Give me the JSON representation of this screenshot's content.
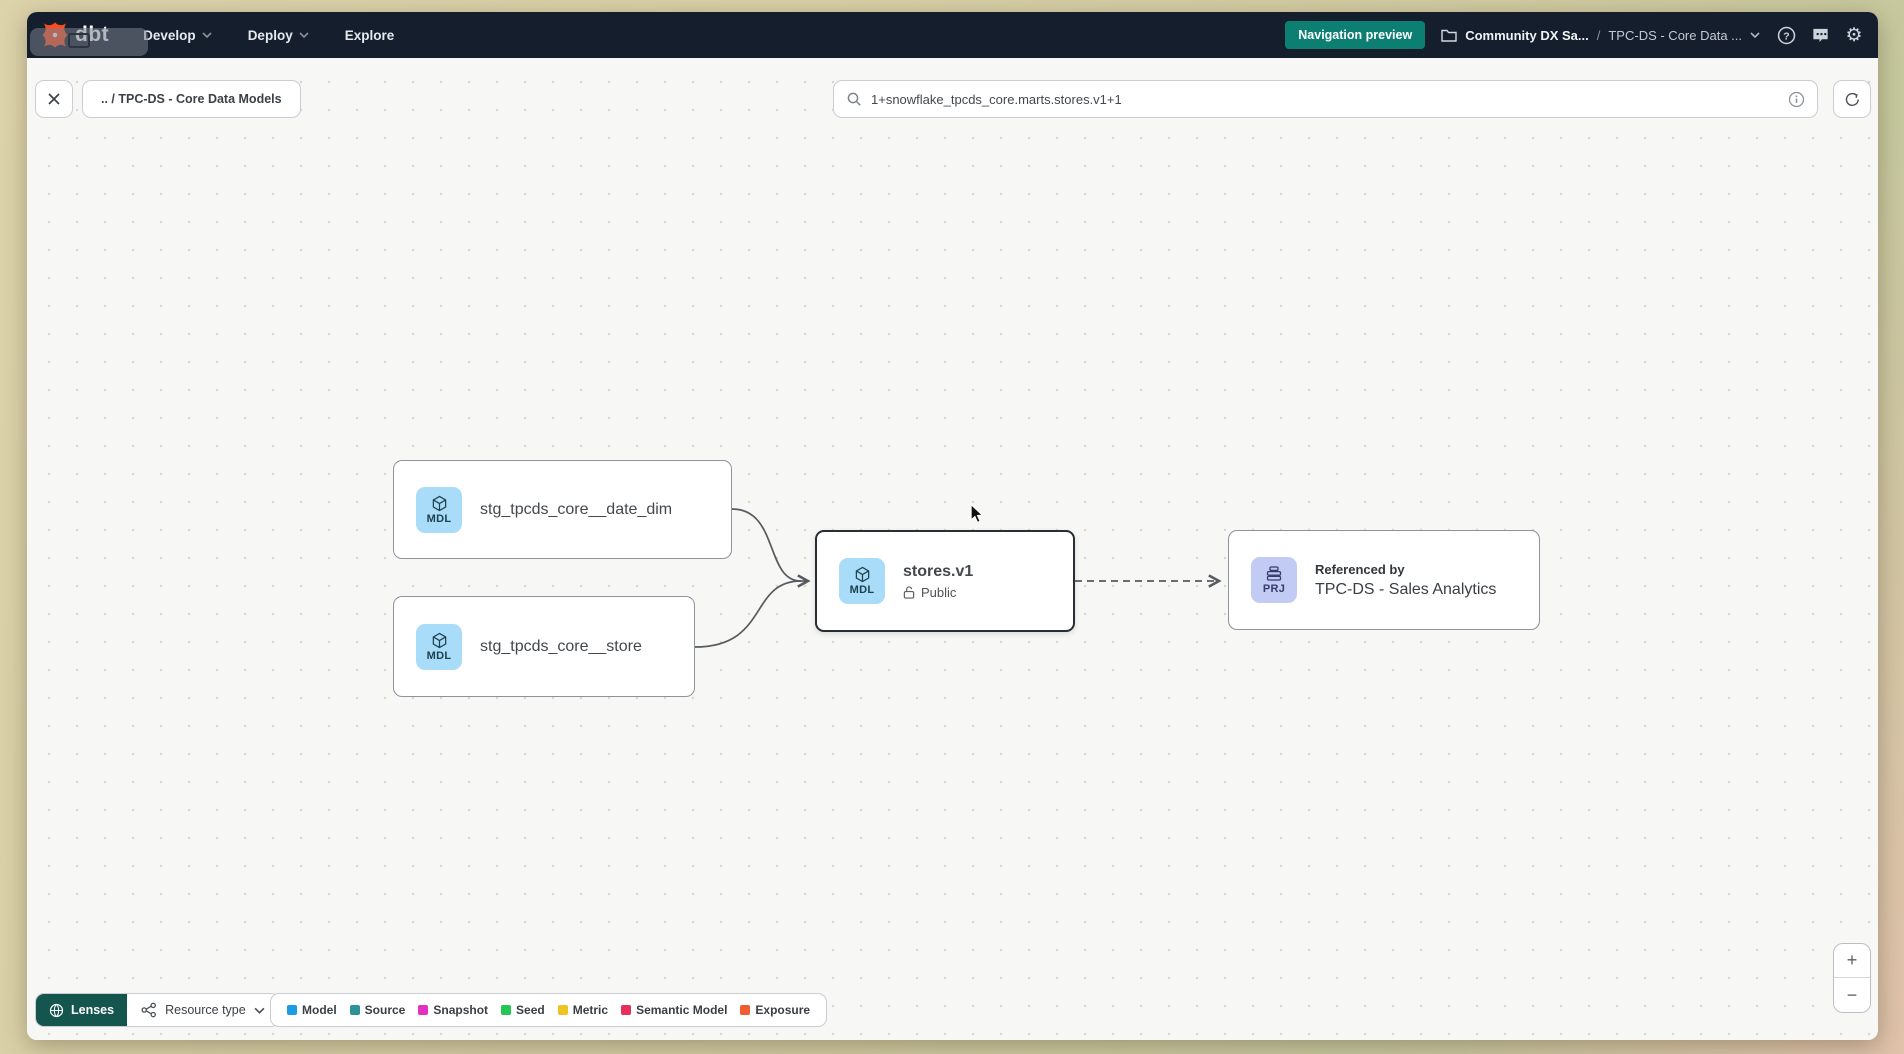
{
  "navbar": {
    "logo_text": "dbt",
    "menus": [
      {
        "label": "Develop"
      },
      {
        "label": "Deploy"
      },
      {
        "label": "Explore"
      }
    ],
    "preview_badge": "Navigation preview",
    "breadcrumb": {
      "project": "Community DX Sa...",
      "separator": "/",
      "current": "TPC-DS - Core Data ..."
    }
  },
  "toolbar": {
    "breadcrumb_chip": ".. / TPC-DS - Core Data Models",
    "search": {
      "value": "1+snowflake_tpcds_core.marts.stores.v1+1"
    }
  },
  "graph": {
    "nodes": [
      {
        "badge": "MDL",
        "label": "stg_tpcds_core__date_dim"
      },
      {
        "badge": "MDL",
        "label": "stg_tpcds_core__store"
      },
      {
        "badge": "MDL",
        "label": "stores.v1",
        "access": "Public"
      },
      {
        "badge": "PRJ",
        "ref_label": "Referenced by",
        "label": "TPC-DS - Sales Analytics"
      }
    ]
  },
  "footer": {
    "lenses_label": "Lenses",
    "resource_type_label": "Resource type",
    "legend": [
      {
        "label": "Model",
        "color": "#1d9ce5"
      },
      {
        "label": "Source",
        "color": "#2d9396"
      },
      {
        "label": "Snapshot",
        "color": "#e331c2"
      },
      {
        "label": "Seed",
        "color": "#23c653"
      },
      {
        "label": "Metric",
        "color": "#edc422"
      },
      {
        "label": "Semantic Model",
        "color": "#e82e5c"
      },
      {
        "label": "Exposure",
        "color": "#ef5d30"
      }
    ]
  },
  "zoom_controls": {
    "zoom_in": "+",
    "zoom_out": "−"
  },
  "colors": {
    "navbar_bg": "#151e2d",
    "preview_badge_bg": "#0d7e72",
    "lenses_bg": "#14554d",
    "mdl_badge_bg": "#a9dcf8",
    "prj_badge_bg": "#c2cbf4"
  }
}
